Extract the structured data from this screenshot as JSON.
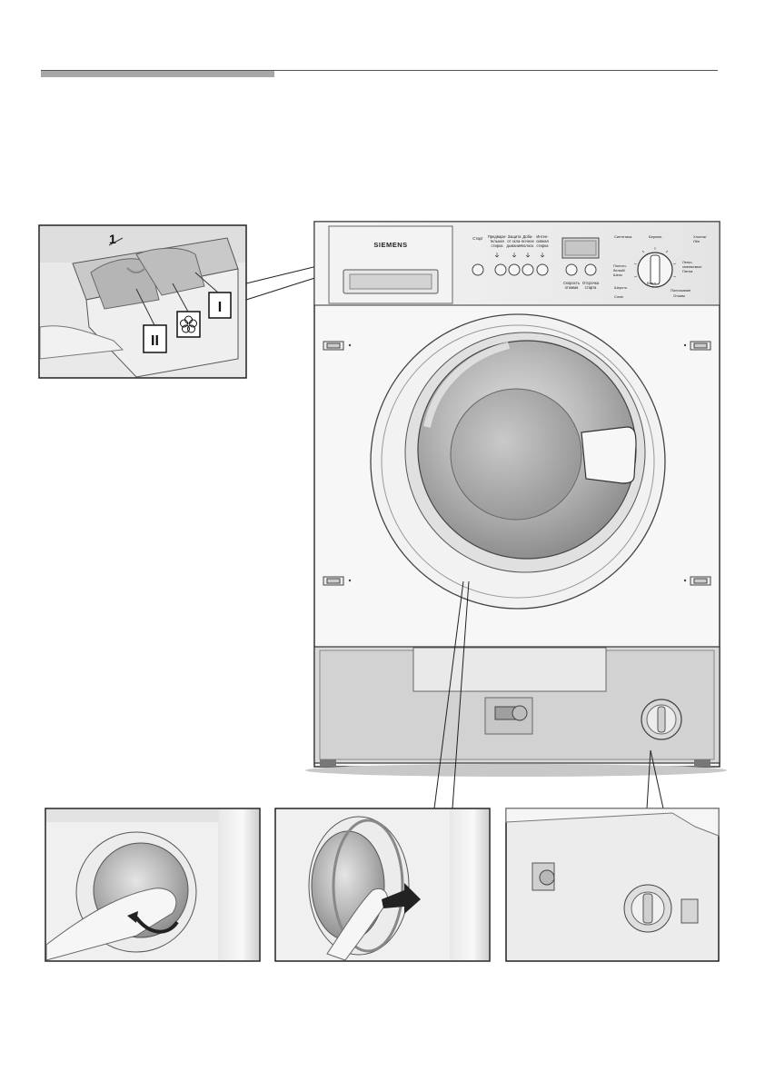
{
  "page": {
    "heading_bar": ""
  },
  "drawer": {
    "callout_number": "1",
    "compartment_main": "II",
    "compartment_prewash": "I"
  },
  "machine": {
    "brand": "SIEMENS",
    "buttons": {
      "start": "Старт",
      "prewash": [
        "Предвари-",
        "тельная",
        "стирка"
      ],
      "crease": [
        "Защита",
        "от скла-",
        "дывания"
      ],
      "extra_rinse": [
        "Доба-",
        "вочное",
        "полоск."
      ],
      "intensive": [
        "Интен-",
        "сивная",
        "стирка"
      ],
      "spin_speed": [
        "Скорость",
        "отжима"
      ],
      "delay_start": [
        "Отсрочка",
        "старта"
      ]
    },
    "program_labels": {
      "synthetics": "Синтетика",
      "wool": "Шерсть",
      "delicate": "Бережн.",
      "cotton": [
        "Хлопок/",
        "Лён"
      ],
      "cottons_white": [
        "Полото-",
        "белый/",
        "Шелк"
      ],
      "easycare": [
        "Легко-",
        "сменяемые",
        "Пятна"
      ],
      "rinse": "Полоскание",
      "spin": "Отжим",
      "drain": "Слив",
      "off": "Выкл"
    }
  }
}
